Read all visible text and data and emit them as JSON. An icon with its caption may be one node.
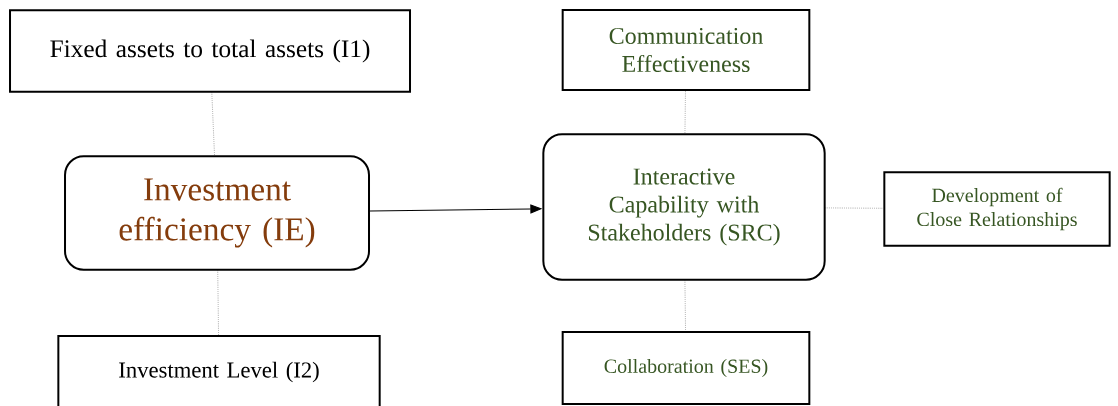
{
  "diagram": {
    "nodes": [
      {
        "text": [
          "Fixed assets to total assets (I1)"
        ]
      },
      {
        "text": [
          "Investment efficiency (IE)"
        ]
      },
      {
        "text": [
          "Investment Level (I2)"
        ]
      },
      {
        "text": [
          "Communication Effectiveness"
        ]
      },
      {
        "text": [
          "Interactive Capability with Stakeholders (SRC)"
        ]
      },
      {
        "text": [
          "Development of Close Relationships"
        ]
      },
      {
        "text": [
          "Collaboration (SES)"
        ]
      }
    ],
    "edges": [
      {
        "from": 0,
        "to": 1,
        "arrow": "none",
        "style": "dashed"
      },
      {
        "from": 1,
        "to": 2,
        "arrow": "none",
        "style": "dashed"
      },
      {
        "from": 1,
        "to": 4,
        "arrow": "to"
      },
      {
        "from": 3,
        "to": 4,
        "arrow": "none",
        "style": "dashed"
      },
      {
        "from": 4,
        "to": 5,
        "arrow": "none",
        "style": "dashed"
      },
      {
        "from": 4,
        "to": 6,
        "arrow": "none",
        "style": "dashed"
      }
    ]
  }
}
